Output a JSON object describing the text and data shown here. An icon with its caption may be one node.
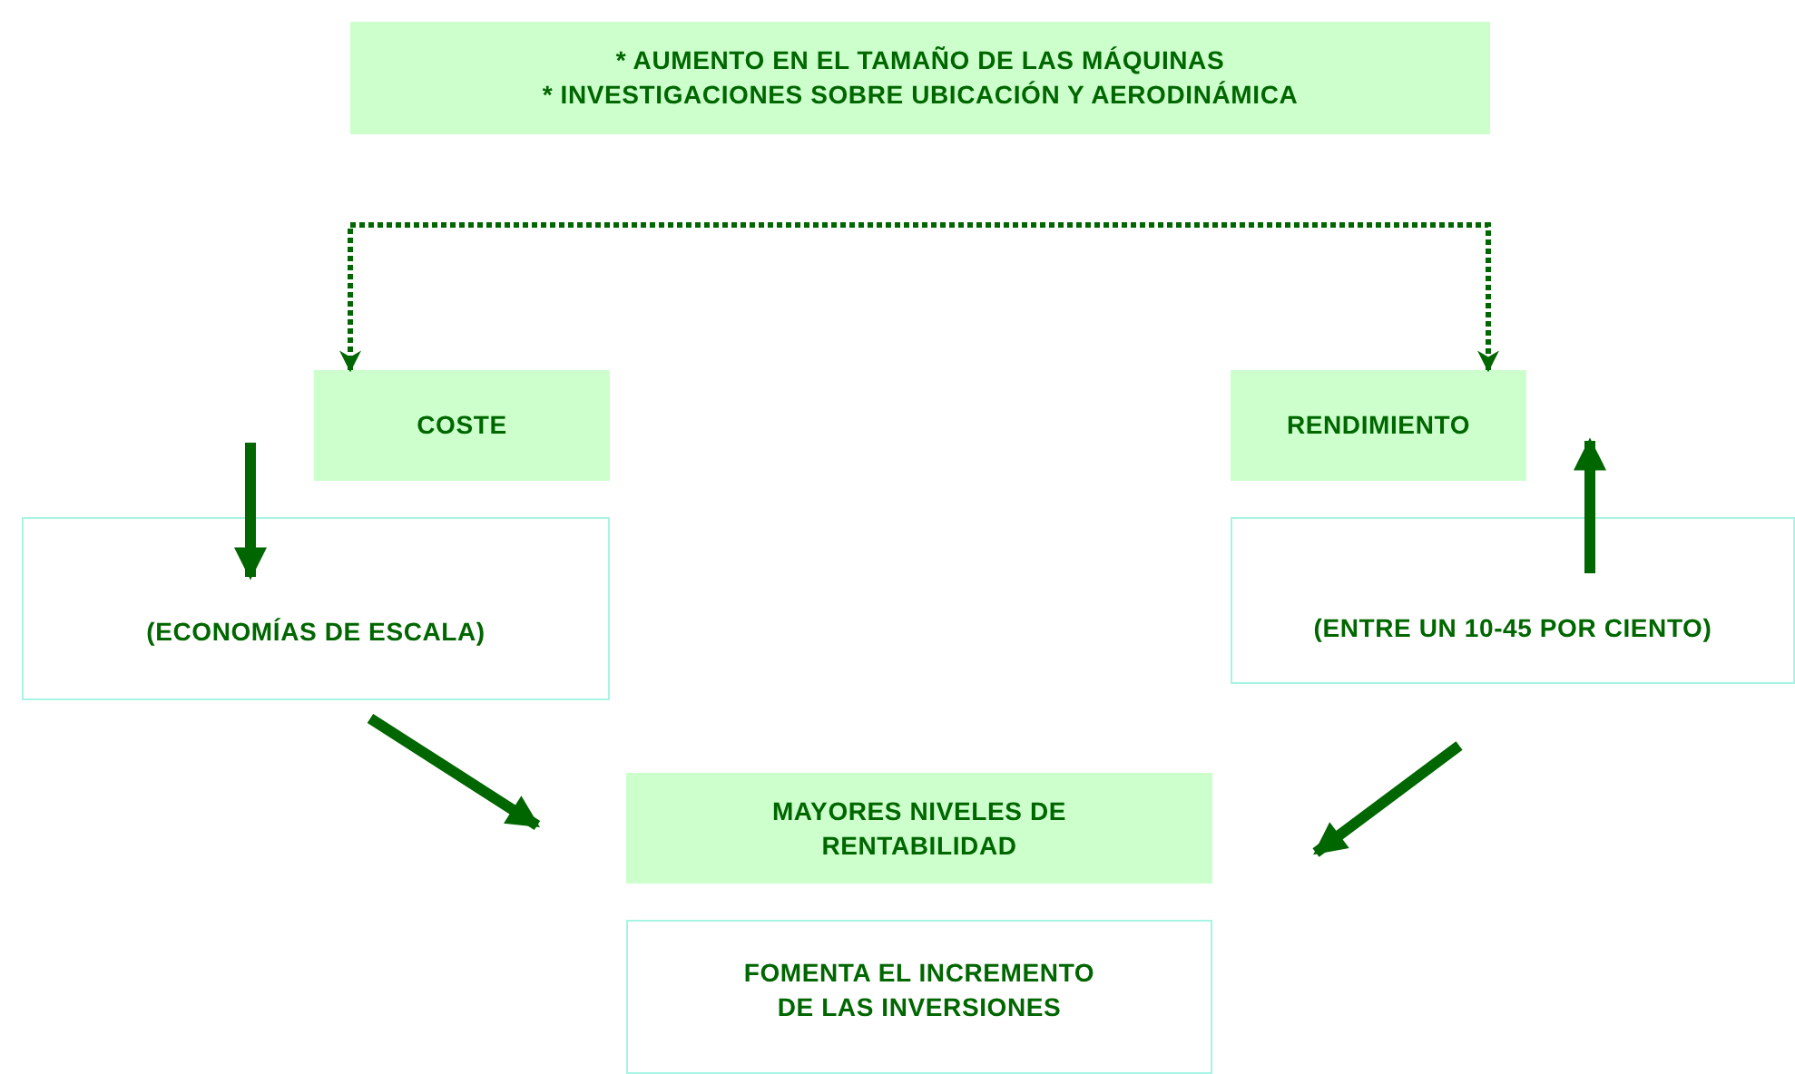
{
  "diagram": {
    "nodes": [
      {
        "text": [
          "* AUMENTO EN EL TAMAÑO DE LAS MÁQUINAS",
          "* INVESTIGACIONES SOBRE UBICACIÓN Y AERODINÁMICA"
        ]
      },
      {
        "text": [
          "COSTE"
        ]
      },
      {
        "text": [
          "(ECONOMÍAS DE ESCALA)"
        ]
      },
      {
        "text": [
          "RENDIMIENTO"
        ]
      },
      {
        "text": [
          "(ENTRE UN 10-45 POR CIENTO)"
        ]
      },
      {
        "text": [
          "MAYORES NIVELES DE RENTABILIDAD"
        ]
      },
      {
        "text": [
          "FOMENTA EL INCREMENTO DE LAS INVERSIONES"
        ]
      }
    ],
    "edges": [
      {
        "from": 1,
        "to": 3,
        "arrow": "both",
        "style": "dashed"
      },
      {
        "from": 1,
        "to": 2,
        "arrow": "to"
      },
      {
        "from": 4,
        "to": 3,
        "arrow": "to"
      },
      {
        "from": 2,
        "to": 5,
        "arrow": "to"
      },
      {
        "from": 4,
        "to": 5,
        "arrow": "to"
      }
    ]
  }
}
